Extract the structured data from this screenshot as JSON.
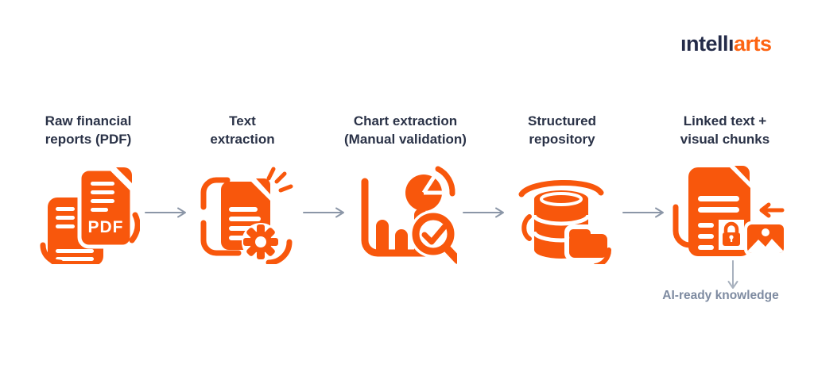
{
  "logo": {
    "part1": "ıntellı",
    "part2": "arts"
  },
  "colors": {
    "accent_orange": "#F8570C",
    "logo_navy": "#242B49",
    "logo_orange": "#FD6412",
    "label_navy": "#2A3247",
    "arrow_gray": "#8B96A7",
    "output_gray": "#7E8BA1"
  },
  "stages": [
    {
      "line1": "Raw financial",
      "line2": "reports (PDF)",
      "icon": "pdf-documents-icon"
    },
    {
      "line1": "Text",
      "line2": "extraction",
      "icon": "document-gear-icon"
    },
    {
      "line1": "Chart extraction",
      "line2": "(Manual validation)",
      "icon": "chart-magnifier-icon"
    },
    {
      "line1": "Structured",
      "line2": "repository",
      "icon": "database-folder-icon"
    },
    {
      "line1": "Linked text +",
      "line2": "visual chunks",
      "icon": "document-lock-image-icon"
    }
  ],
  "icons": {
    "pdf_badge": "PDF"
  },
  "output": {
    "label": "AI-ready knowledge"
  }
}
